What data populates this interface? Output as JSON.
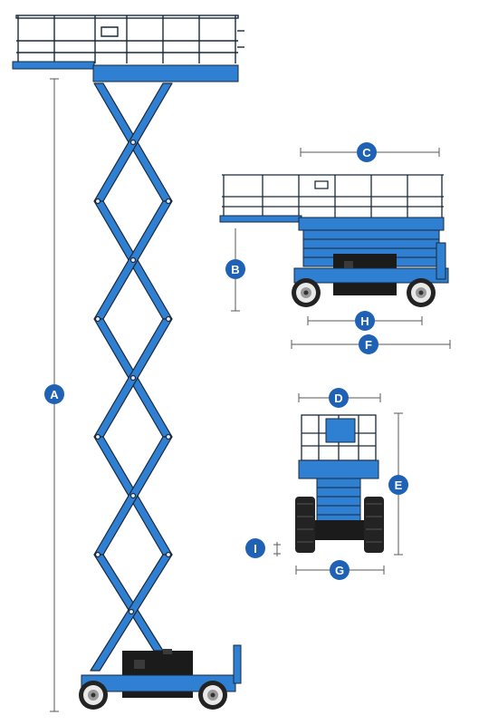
{
  "colors": {
    "lift_blue": "#2f7fd3",
    "lift_blue_dark": "#1f5fa8",
    "outline": "#1a2a3a",
    "rail": "#ffffff",
    "chassis": "#1b1b1b",
    "tire": "#232323",
    "badge": "#1f62b5",
    "dimension_line": "#5a5a5a"
  },
  "views": {
    "extended_side": "scissor-lift-extended-side-view",
    "stowed_side": "scissor-lift-stowed-side-view",
    "stowed_rear": "scissor-lift-stowed-rear-view"
  },
  "dimensions": [
    {
      "key": "A",
      "label": "A"
    },
    {
      "key": "B",
      "label": "B"
    },
    {
      "key": "C",
      "label": "C"
    },
    {
      "key": "D",
      "label": "D"
    },
    {
      "key": "E",
      "label": "E"
    },
    {
      "key": "F",
      "label": "F"
    },
    {
      "key": "G",
      "label": "G"
    },
    {
      "key": "H",
      "label": "H"
    },
    {
      "key": "I",
      "label": "I"
    }
  ]
}
